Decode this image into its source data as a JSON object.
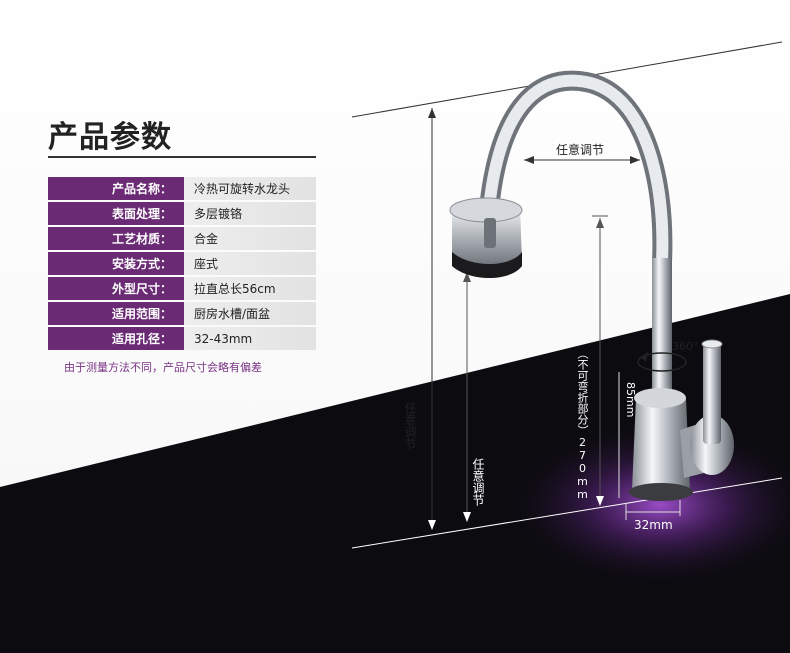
{
  "title": "产品参数",
  "specs": [
    {
      "label": "产品名称：",
      "value": "冷热可旋转水龙头"
    },
    {
      "label": "表面处理：",
      "value": "多层镀铬"
    },
    {
      "label": "工艺材质：",
      "value": "合金"
    },
    {
      "label": "安装方式：",
      "value": "座式"
    },
    {
      "label": "外型尺寸：",
      "value": "拉直总长56cm"
    },
    {
      "label": "适用范围：",
      "value": "厨房水槽/面盆"
    },
    {
      "label": "适用孔径：",
      "value": "32-43mm"
    }
  ],
  "note": "由于测量方法不同，产品尺寸会略有偏差",
  "dimensions": {
    "top_adjust": "任意调节",
    "left_height": "任意调节",
    "inner_height": "任意调节",
    "spout_height": "（不可弯折部分）270mm",
    "rotation": "360°",
    "base_height": "85mm",
    "base_width": "32mm"
  },
  "colors": {
    "accent": "#6a2b74",
    "dark_floor": "#0c0b10",
    "glow": "#7a2f9a"
  }
}
